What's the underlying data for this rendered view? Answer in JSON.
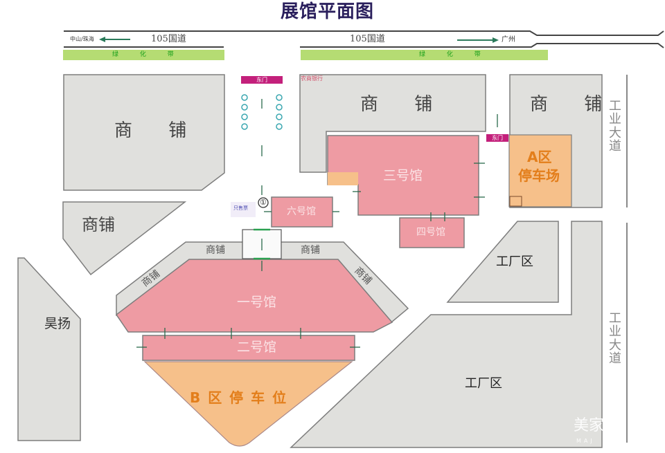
{
  "title": "展馆平面图",
  "roads": {
    "national_road_left": "105国道",
    "national_road_right": "105国道",
    "direction_left": "中山/珠海",
    "direction_right": "广州",
    "green_belt_left": "绿 化 带",
    "green_belt_right": "绿 化 带",
    "industrial_avenue_top": "工业大道",
    "industrial_avenue_bottom": "工业大道"
  },
  "gates": {
    "east_gate_top": "东门",
    "east_gate_right": "东门",
    "gate_number": "①",
    "ticket_office": "只售票"
  },
  "bank": "农商银行",
  "shops": {
    "top_left": "商 铺",
    "mid_left": "商铺",
    "top_center": "商 铺",
    "top_right": "商 铺",
    "ring_top_left": "商铺",
    "ring_top_right": "商铺",
    "ring_side_left": "商铺",
    "ring_side_right": "商铺"
  },
  "halls": {
    "hall_1": "一号馆",
    "hall_2": "二号馆",
    "hall_3": "三号馆",
    "hall_4": "四号馆",
    "hall_6": "六号馆"
  },
  "parking": {
    "zone_a_line1": "A区",
    "zone_a_line2": "停车场",
    "zone_b": "B 区 停 车 位"
  },
  "areas": {
    "haoyang": "昊扬",
    "factory_upper": "工厂区",
    "factory_lower": "工厂区"
  },
  "watermark": {
    "text": "美家",
    "sub": "MAJ"
  },
  "colors": {
    "hall_pink": "#ee9ba3",
    "shop_gray": "#e0e0dd",
    "parking_orange": "#f6c08a",
    "green_belt": "#b5dc73",
    "gate_magenta": "#c3207b",
    "arrow_green": "#2a7a5a",
    "title_navy": "#2a1f5c",
    "border_gray": "#7d7d7d"
  }
}
